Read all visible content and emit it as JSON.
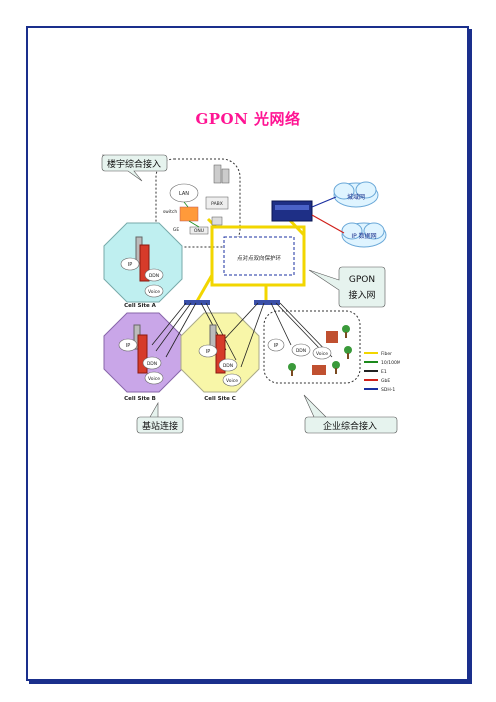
{
  "page": {
    "title": "GPON 光网络"
  },
  "diagram": {
    "callouts": {
      "building": "楼宇综合接入",
      "gpon_line1": "GPON",
      "gpon_line2": "接入网",
      "base": "基站连接",
      "enterprise": "企业综合接入"
    },
    "clouds": {
      "metro": "城域网",
      "ip_net": "IP 数据网"
    },
    "ring": "点对点双向保护环",
    "sites": {
      "a": "Cell Site A",
      "b": "Cell Site B",
      "c": "Cell Site C"
    },
    "labels": {
      "ip": "IP",
      "ddn": "DDN",
      "voice": "Voice",
      "lan": "LAN",
      "pabx": "PABX",
      "switch": "switch",
      "ge": "GE",
      "onu": "ONU"
    },
    "legend": [
      {
        "label": "Fiber",
        "color": "#f2d600"
      },
      {
        "label": "10/100M",
        "color": "#1c8a1c"
      },
      {
        "label": "E1",
        "color": "#222222"
      },
      {
        "label": "GbE",
        "color": "#d0201a"
      },
      {
        "label": "SDH-1",
        "color": "#1a2fa0"
      }
    ],
    "colors": {
      "octagon_a": "#bfeff0",
      "octagon_b": "#c9a6e8",
      "octagon_c": "#f8f6a8",
      "callout": "#e6f3ee"
    }
  }
}
